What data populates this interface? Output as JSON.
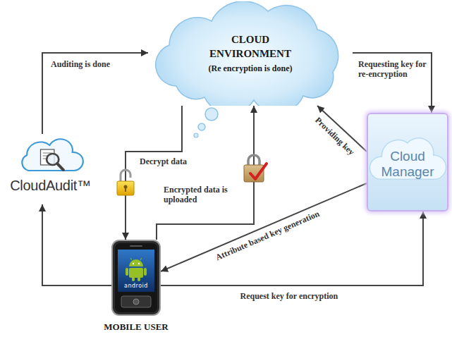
{
  "diagram": {
    "nodes": [
      {
        "text": [
          "CLOUD ENVIRONMENT",
          "(Re encryption is done)"
        ]
      },
      {
        "text": [
          "CloudAudit™"
        ]
      },
      {
        "text": [
          "Cloud Manager"
        ]
      },
      {
        "text": [
          "android",
          "MOBILE USER"
        ]
      }
    ],
    "edges": [
      {
        "from": 1,
        "to": 0,
        "label": "Auditing is done",
        "arrow": "to"
      },
      {
        "from": 0,
        "to": 2,
        "label": "Requesting key for re-encryption",
        "arrow": "to"
      },
      {
        "from": 2,
        "to": 0,
        "label": "Providing key",
        "arrow": "to"
      },
      {
        "from": 0,
        "to": 3,
        "label": "Decrypt data",
        "arrow": "to"
      },
      {
        "from": 3,
        "to": 0,
        "label": "Encrypted data is uploaded",
        "arrow": "to"
      },
      {
        "from": 2,
        "to": 3,
        "label": "Attribute based key generation",
        "arrow": "to"
      },
      {
        "from": 3,
        "to": 2,
        "label": "Request key for encryption",
        "arrow": "to"
      },
      {
        "from": 3,
        "to": 1,
        "arrow": "to"
      }
    ]
  }
}
